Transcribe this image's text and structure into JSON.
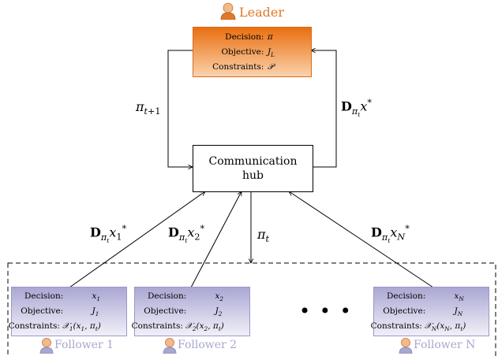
{
  "leader": {
    "title": "Leader",
    "rows": [
      {
        "key": "Decision:",
        "value": "π"
      },
      {
        "key": "Objective:",
        "value": "J_L"
      },
      {
        "key": "Constraints:",
        "value": "𝒫"
      }
    ],
    "color": "#e07a2a"
  },
  "hub": {
    "line1": "Communication",
    "line2": "hub"
  },
  "edge_labels": {
    "to_hub_from_leader": "π_{t+1}",
    "from_hub_to_leader": "D_{π_t} x*",
    "from_hub_to_followers": "π_t",
    "follower1_to_hub": "D_{π_t} x_1*",
    "follower2_to_hub": "D_{π_t} x_2*",
    "followerN_to_hub": "D_{π_t} x_N*"
  },
  "followers": [
    {
      "name": "Follower 1",
      "rows": [
        {
          "key": "Decision:",
          "value": "x_1"
        },
        {
          "key": "Objective:",
          "value": "J_1"
        },
        {
          "key": "Constraints:",
          "value": "𝒳_1(x_1, π_t)"
        }
      ]
    },
    {
      "name": "Follower 2",
      "rows": [
        {
          "key": "Decision:",
          "value": "x_2"
        },
        {
          "key": "Objective:",
          "value": "J_2"
        },
        {
          "key": "Constraints:",
          "value": "𝒳_2(x_2, π_t)"
        }
      ]
    },
    {
      "name": "Follower N",
      "rows": [
        {
          "key": "Decision:",
          "value": "x_N"
        },
        {
          "key": "Objective:",
          "value": "J_N"
        },
        {
          "key": "Constraints:",
          "value": "𝒳_N(x_N, π_t)"
        }
      ]
    }
  ],
  "ellipsis": "• • •",
  "colors": {
    "leader": "#e96f10",
    "follower": "#aaa7d3",
    "person_skin": "#f2b98b"
  }
}
